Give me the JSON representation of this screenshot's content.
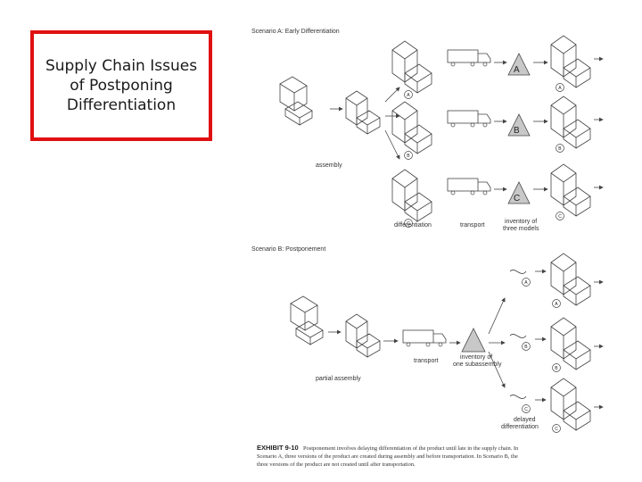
{
  "slide": {
    "title": "Supply Chain Issues\nof Postponing\nDifferentiation"
  },
  "exhibit": {
    "scenario_a_title": "Scenario A: Early Differentiation",
    "scenario_b_title": "Scenario B: Postponement",
    "labels": {
      "assembly": "assembly",
      "differentiation": "differentiation",
      "transport_a": "transport",
      "inventory_three_line1": "inventory of",
      "inventory_three_line2": "three models",
      "transport_b": "transport",
      "inventory_one_line1": "inventory of",
      "inventory_one_line2": "one subassembly",
      "partial_assembly": "partial assembly",
      "delayed_line1": "delayed",
      "delayed_line2": "differentiation"
    },
    "variants": [
      "A",
      "B",
      "C"
    ],
    "caption_label": "EXHIBIT 9-10",
    "caption_line1": "Postponement involves delaying differentiation of the product until late in the supply chain. In",
    "caption_line2": "Scenario A, three versions of the product are created during assembly and before transportation. In Scenario B, the",
    "caption_line3": "three versions of the product are not created until after transportation."
  }
}
